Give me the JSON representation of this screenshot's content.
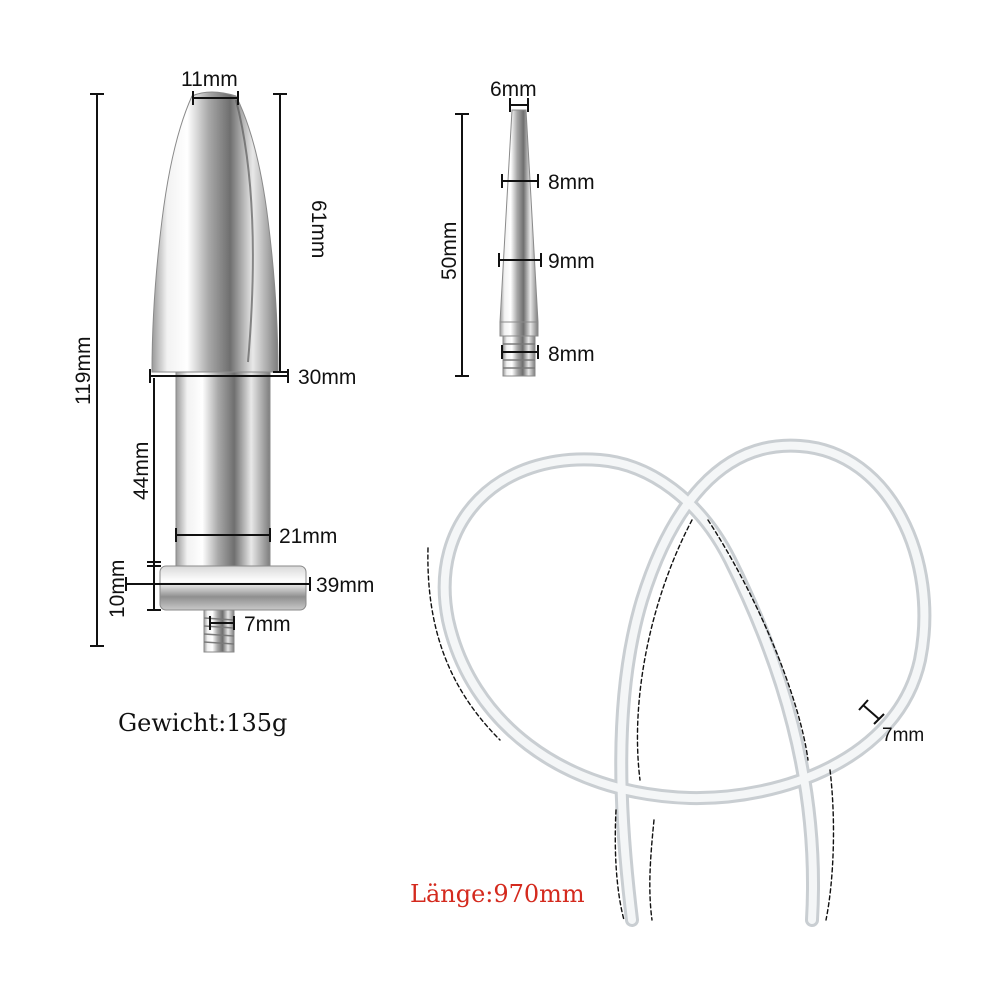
{
  "plug": {
    "dimensions": {
      "tip_width": "11mm",
      "head_length": "61mm",
      "total_length": "119mm",
      "head_width": "30mm",
      "neck_length": "44mm",
      "neck_width": "21mm",
      "base_height": "10mm",
      "base_width": "39mm",
      "thread_width": "7mm"
    },
    "weight_label": "Gewicht:135g"
  },
  "nozzle": {
    "dimensions": {
      "tip_width": "6mm",
      "length": "50mm",
      "width_upper": "8mm",
      "width_middle": "9mm",
      "width_lower": "8mm"
    }
  },
  "hose": {
    "diameter": "7mm",
    "length_label": "Länge:970mm"
  },
  "colors": {
    "text": "#111111",
    "accent_red": "#d42a1e",
    "metal_light": "#f4f4f4",
    "metal_dark": "#8c8c8c",
    "hose": "#dfe3e6"
  }
}
